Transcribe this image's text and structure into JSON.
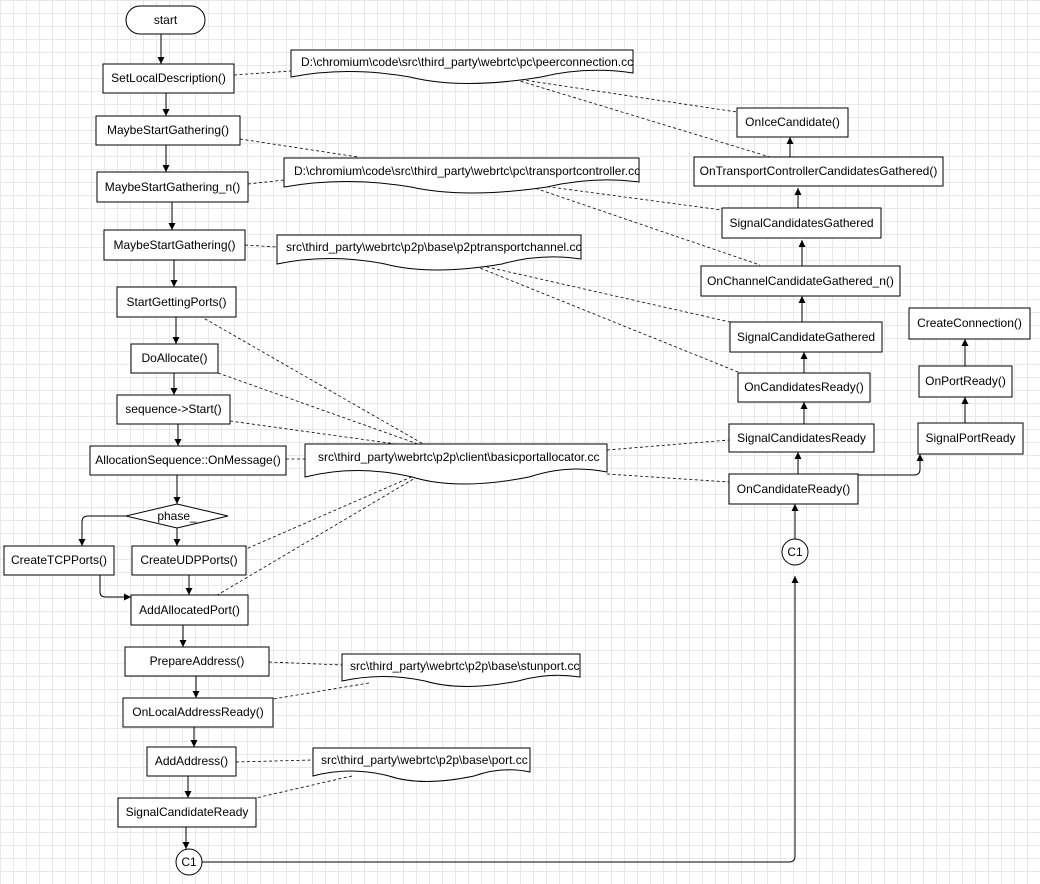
{
  "steps": {
    "start": "start",
    "set_local_description": "SetLocalDescription()",
    "maybe_start_gathering_1": "MaybeStartGathering()",
    "maybe_start_gathering_n": "MaybeStartGathering_n()",
    "maybe_start_gathering_2": "MaybeStartGathering()",
    "start_getting_ports": "StartGettingPorts()",
    "do_allocate": "DoAllocate()",
    "sequence_start": "sequence->Start()",
    "allocation_on_message": "AllocationSequence::OnMessage()",
    "phase": "phase_",
    "create_tcp_ports": "CreateTCPPorts()",
    "create_udp_ports": "CreateUDPPorts()",
    "add_allocated_port": "AddAllocatedPort()",
    "prepare_address": "PrepareAddress()",
    "on_local_address_ready": "OnLocalAddressReady()",
    "add_address": "AddAddress()",
    "signal_candidate_ready": "SignalCandidateReady",
    "connector_c1_bottom": "C1",
    "connector_c1_right": "C1",
    "on_candidate_ready": "OnCandidateReady()",
    "signal_candidates_ready": "SignalCandidatesReady",
    "on_candidates_ready": "OnCandidatesReady()",
    "signal_candidate_gathered": "SignalCandidateGathered",
    "on_channel_candidate_gathered_n": "OnChannelCandidateGathered_n()",
    "signal_candidates_gathered": "SignalCandidatesGathered",
    "on_transport_controller_candidates_gathered": "OnTransportControllerCandidatesGathered()",
    "on_ice_candidate": "OnIceCandidate()",
    "signal_port_ready": "SignalPortReady",
    "on_port_ready": "OnPortReady()",
    "create_connection": "CreateConnection()"
  },
  "files": {
    "peerconnection": "D:\\chromium\\code\\src\\third_party\\webrtc\\pc\\peerconnection.cc",
    "transportcontroller": "D:\\chromium\\code\\src\\third_party\\webrtc\\pc\\transportcontroller.cc",
    "p2ptransportchannel": "src\\third_party\\webrtc\\p2p\\base\\p2ptransportchannel.cc",
    "basicportallocator": "src\\third_party\\webrtc\\p2p\\client\\basicportallocator.cc",
    "stunport": "src\\third_party\\webrtc\\p2p\\base\\stunport.cc",
    "port": "src\\third_party\\webrtc\\p2p\\base\\port.cc"
  }
}
